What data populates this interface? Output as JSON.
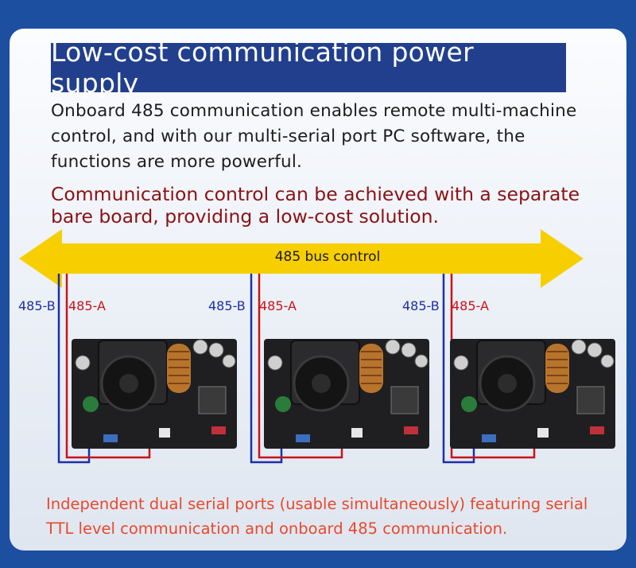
{
  "title": "Low-cost communication power supply",
  "intro": "Onboard 485 communication enables remote multi-machine control, and with our multi-serial port PC software, the functions are more powerful.",
  "highlight": "Communication control can be achieved with a separate bare board, providing a low-cost solution.",
  "bus": {
    "label": "485 bus control",
    "color": "#f7cf00"
  },
  "units": [
    {
      "b_label": "485-B",
      "a_label": "485-A"
    },
    {
      "b_label": "485-B",
      "a_label": "485-A"
    },
    {
      "b_label": "485-B",
      "a_label": "485-A"
    }
  ],
  "footer": "Independent dual serial ports (usable simultaneously) featuring serial TTL level communication and onboard 485 communication.",
  "colors": {
    "background": "#1d4fa0",
    "title_bar": "#213f8c",
    "highlight_text": "#8a1214",
    "footer_text": "#e8492c",
    "wire_b": "#1c2fa8",
    "wire_a": "#c8141a"
  }
}
